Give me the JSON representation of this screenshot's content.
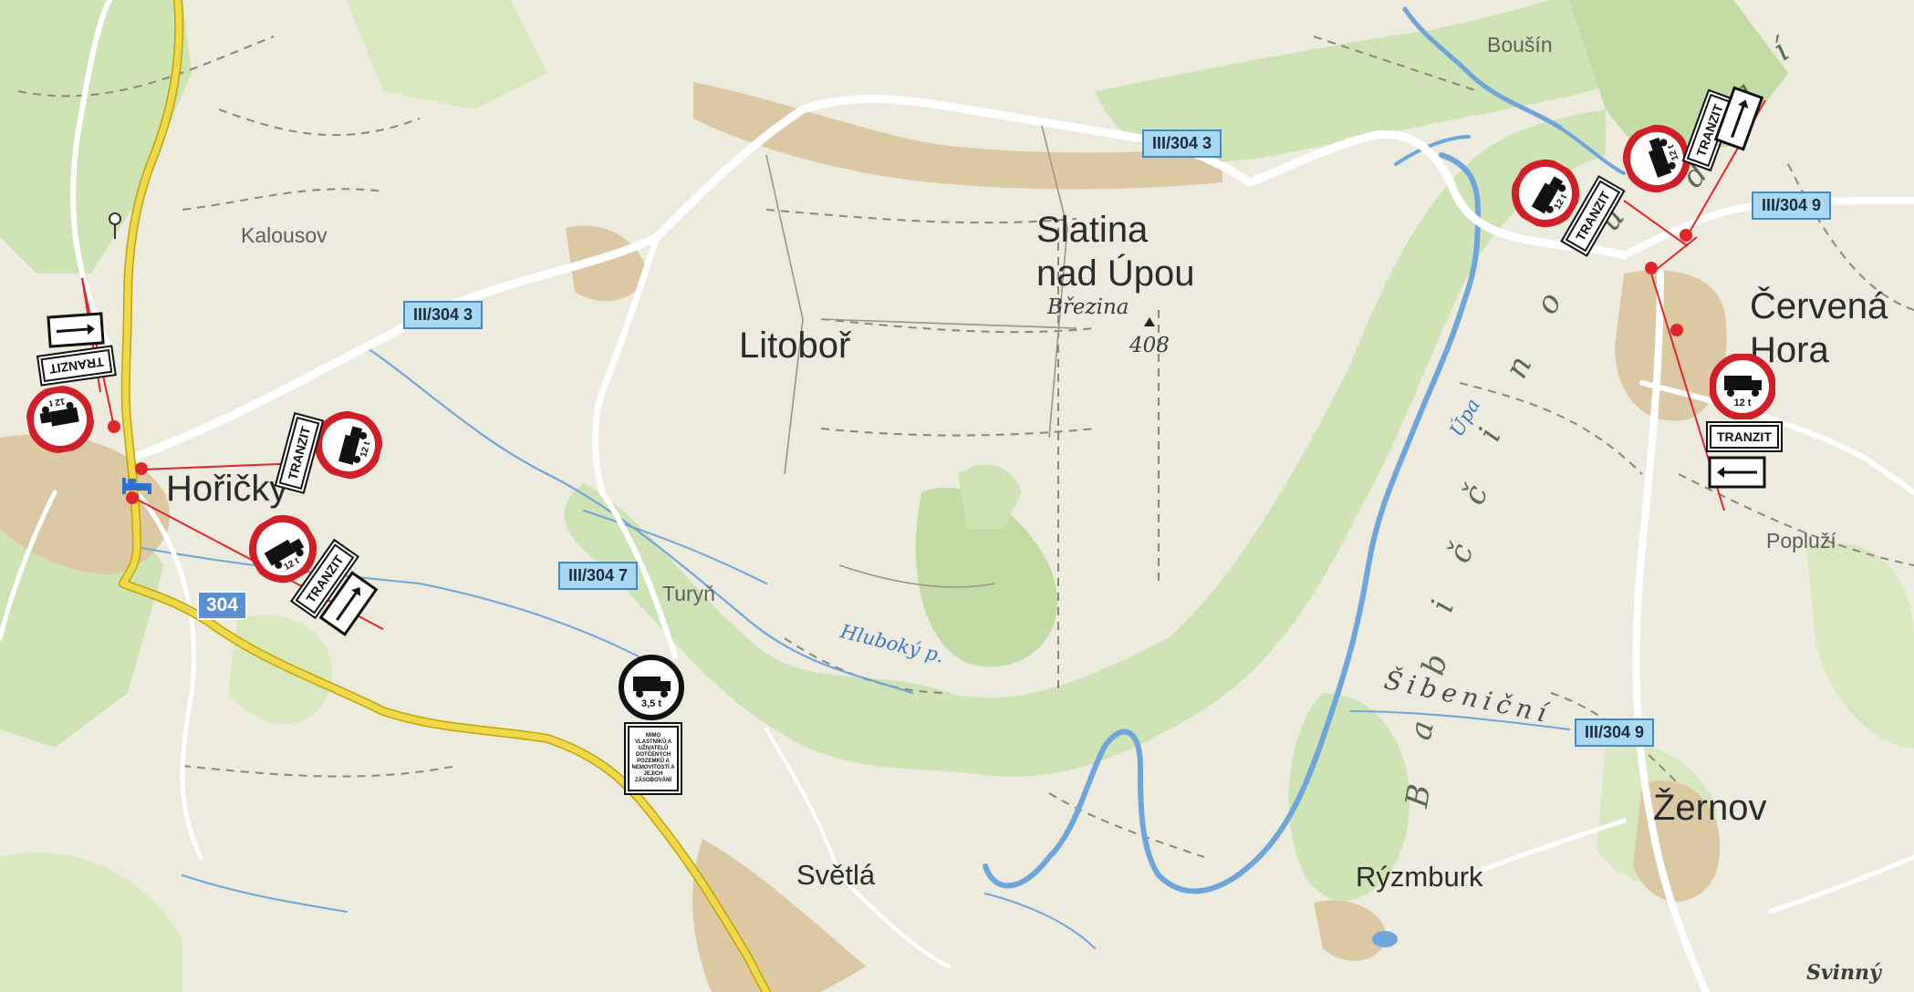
{
  "map": {
    "places": {
      "horicky": "Hořičky",
      "kalousov": "Kalousov",
      "litobor": "Litoboř",
      "slatina_line1": "Slatina",
      "slatina_line2": "nad Úpou",
      "cervena_hora_line1": "Červená",
      "cervena_hora_line2": "Hora",
      "bousin": "Boušín",
      "popluzi": "Popluží",
      "turyn": "Turyň",
      "svetla": "Světlá",
      "rymburk": "Rýzmburk",
      "zernov": "Žernov",
      "svinny": "Svinný"
    },
    "peak": {
      "name": "Březina",
      "elevation": "408"
    },
    "water": {
      "hluboky": "Hluboký p.",
      "upa": "Úpa",
      "sibenicni": "Šibeniční"
    },
    "valley_letters": [
      "B",
      "a",
      "b",
      "i",
      "č",
      "č",
      "i",
      "n",
      "o",
      "ú",
      "d",
      "o",
      "l",
      "í"
    ],
    "road_labels": {
      "r1": "III/304 3",
      "r2": "III/304 3",
      "r3": "III/304 9",
      "r4": "III/304 7",
      "r5": "III/304 9",
      "route304": "304"
    },
    "signs": {
      "weight_12": "12 t",
      "weight_35": "3,5 t",
      "tranzit": "TRANZIT",
      "exception_text": "MIMO VLASTNÍKŮ A UŽIVATELŮ DOTČENÝCH POZEMKŮ A NEMOVITOSTÍ A JEJICH ZÁSOBOVÁNÍ"
    },
    "icons": [
      "lodging-icon",
      "pin-icon",
      "peak-icon",
      "no-trucks-sign-icon",
      "arrow-sign-icon"
    ],
    "colors": {
      "land": "#ece8dc",
      "forest": "#cfe4b4",
      "settlement": "#dcc9a4",
      "main_road": "#f0d84a",
      "water": "#6ea6dc",
      "sign_red": "#d21f27",
      "marker_line": "#e0262b"
    }
  }
}
